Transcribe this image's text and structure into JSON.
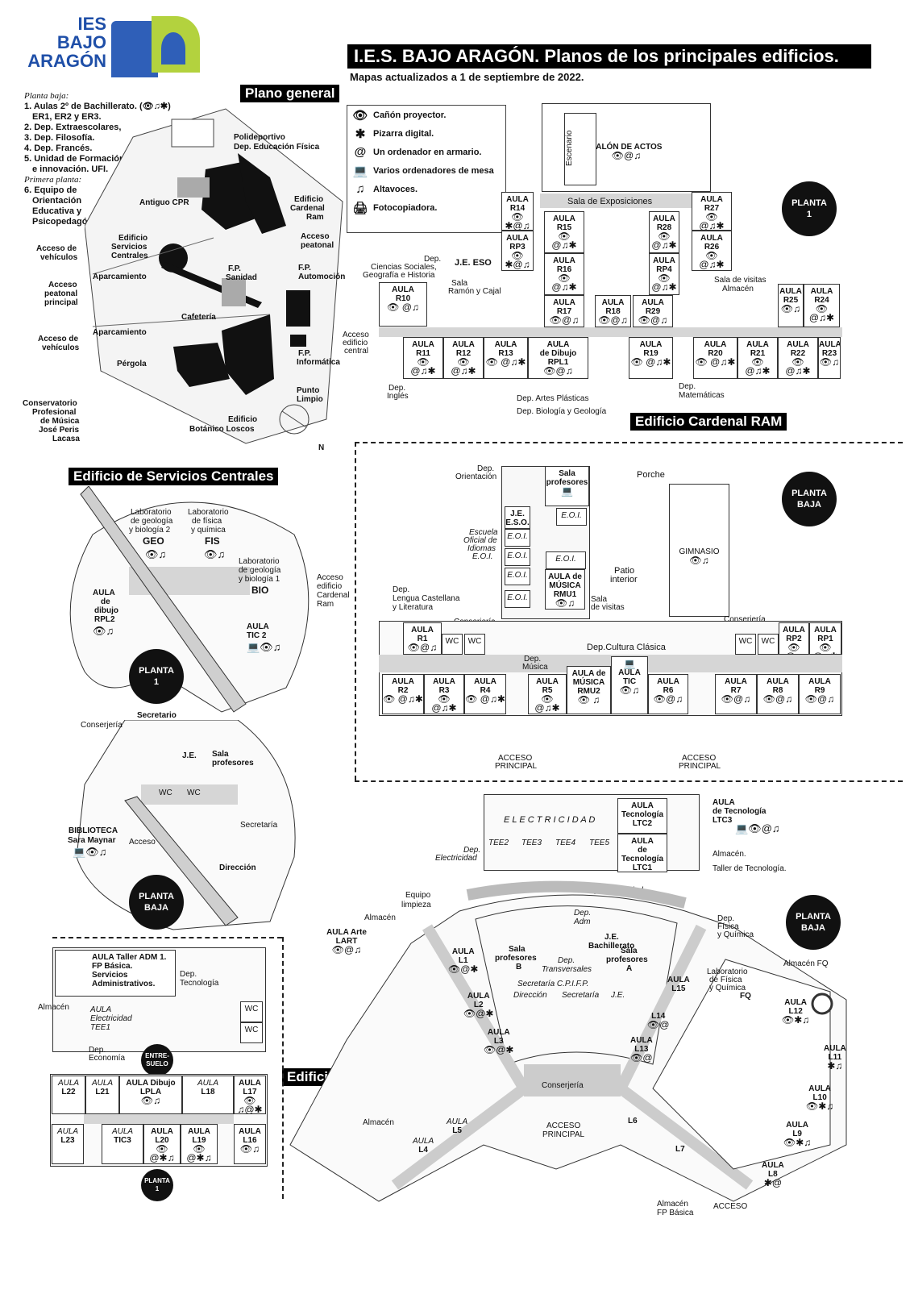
{
  "logo": {
    "line1": "IES",
    "line2": "BAJO",
    "line3": "ARAGÓN"
  },
  "header": {
    "title": "I.E.S. BAJO ARAGÓN. Planos de los principales edificios.",
    "subtitle": "Mapas actualizados a 1 de septiembre de 2022."
  },
  "sections": {
    "general": "Plano general",
    "servicios": "Edificio de Servicios Centrales",
    "cardenal": "Edificio Cardenal RAM",
    "loscos": "Edificio Botánico LOSCOS"
  },
  "notes": {
    "pb_title": "Planta baja:",
    "item1": "1. Aulas 2º de Bachillerato. (👁♫✱)",
    "item1b": "ER1, ER2 y ER3.",
    "item2": "2. Dep. Extraescolares,",
    "item3": "3. Dep. Filosofía.",
    "item4": "4. Dep. Francés.",
    "item5": "5. Unidad de Formación",
    "item5b": "e innovación. UFI.",
    "p1_title": "Primera planta:",
    "item6": "6. Equipo de",
    "item6b": "Orientación",
    "item6c": "Educativa y",
    "item6d": "Psicopedagógica"
  },
  "legend": [
    {
      "icon": "eye-icon",
      "glyph": "👁",
      "label": "Cañón proyector."
    },
    {
      "icon": "asterisk-icon",
      "glyph": "✱",
      "label": "Pizarra digital."
    },
    {
      "icon": "at-icon",
      "glyph": "@",
      "label": "Un ordenador en armario."
    },
    {
      "icon": "laptop-icon",
      "glyph": "💻",
      "label": "Varios ordenadores de mesa"
    },
    {
      "icon": "music-icon",
      "glyph": "♫",
      "label": "Altavoces."
    },
    {
      "icon": "copier-icon",
      "glyph": "🖨",
      "label": "Fotocopiadora."
    }
  ],
  "badges": {
    "planta1": "PLANTA 1",
    "plantaBaja": "PLANTA BAJA",
    "entresuelo": "ENTRE-SUELO",
    "planta": "PLANTA",
    "uno": "1",
    "baja": "BAJA"
  },
  "general_map": {
    "polideportivo": "Polideportivo",
    "dep_ef": "Dep. Educación Física",
    "antiguo_cpr": "Antiguo CPR",
    "edif_cardenal": "Edificio",
    "cardenal": "Cardenal",
    "ram": "Ram",
    "acceso_peatonal": "Acceso",
    "peatonal": "peatonal",
    "edif_servicios": "Edificio",
    "servicios": "Servicios",
    "centrales": "Centrales",
    "acceso_vehiculos": "Acceso de",
    "vehiculos": "vehículos",
    "aparcamiento": "Aparcamiento",
    "fp": "F.P.",
    "sanidad": "Sanidad",
    "automocion": "Automoción",
    "acceso_peatonal_principal": "Acceso",
    "peatonal2": "peatonal",
    "principal": "principal",
    "cafeteria": "Cafetería",
    "aparcamiento2": "Aparcamiento",
    "acceso_vehiculos2": "Acceso de",
    "vehiculos2": "vehículos",
    "pergola": "Pérgola",
    "informatica": "Informática",
    "punto": "Punto",
    "limpio": "Limpio",
    "edif_botanico": "Edificio",
    "botanico": "Botánico Loscos",
    "conservatorio": "Conservatorio",
    "profesional": "Profesional",
    "de_musica": "de Música",
    "jose": "José Peris",
    "lacasa": "Lacasa",
    "north": "N"
  },
  "cardenal": {
    "salon": "SALÓN DE ACTOS",
    "escenario": "Escenario",
    "sala_expo": "Sala de Exposiciones",
    "aulas": [
      "R14",
      "R15",
      "R28",
      "R27",
      "RP3",
      "R16",
      "RP4",
      "R26",
      "R10",
      "R17",
      "R18",
      "R29",
      "R25",
      "R24",
      "R11",
      "R12",
      "R13",
      "RPL1",
      "R19",
      "R20",
      "R21",
      "R22",
      "R23"
    ],
    "aula": "AULA",
    "de_dibujo": "de Dibujo",
    "jeeso": "J.E. ESO",
    "dep_cs": "Dep.",
    "dep_cs2": "Ciencias Sociales,",
    "dep_cs3": "Geografía e Historia",
    "sala_ryc": "Sala",
    "sala_ryc2": "Ramón y Cajal",
    "sala_visitas": "Sala de visitas",
    "almacen": "Almacén",
    "acceso_edificio": "Acceso",
    "acceso_edificio2": "edificio",
    "acceso_edificio3": "central",
    "dep_ingles": "Dep.",
    "dep_ingles2": "Inglés",
    "dep_artes": "Dep. Artes Plásticas",
    "dep_bio": "Dep. Biología y Geología",
    "dep_mat": "Dep.",
    "dep_mat2": "Matemáticas",
    "wc": "WC"
  },
  "planta_baja_cardenal": {
    "dep_orient": "Dep.",
    "dep_orient2": "Orientación",
    "sala_prof": "Sala",
    "sala_prof2": "profesores",
    "porche": "Porche",
    "jeeso": "J.E.",
    "jeeso2": "E.S.O.",
    "eoi": "E.O.I.",
    "escuela": "Escuela",
    "escuela2": "Oficial de",
    "escuela3": "Idiomas",
    "escuela4": "E.O.I.",
    "patio": "Patio",
    "patio2": "interior",
    "gimnasio": "GIMNASIO",
    "aula_musica": "AULA de",
    "aula_musica2": "MÚSICA",
    "rmu1": "RMU1",
    "sala_visitas": "Sala",
    "sala_visitas2": "de visitas",
    "dep_lengua": "Dep.",
    "dep_lengua2": "Lengua Castellana",
    "dep_lengua3": "y Literatura",
    "conserjeria": "Conserjería",
    "conserjeria2": "Conserjería",
    "dep_cultura": "Dep.Cultura Clásica",
    "dep_musica": "Dep.",
    "dep_musica2": "Música",
    "aulas": [
      "R1",
      "RP2",
      "RP1",
      "R2",
      "R3",
      "R4",
      "R5",
      "RMU2",
      "TIC",
      "R6",
      "R7",
      "R8",
      "R9"
    ],
    "acceso": "ACCESO",
    "principal": "PRINCIPAL"
  },
  "servicios": {
    "lab_geo": "Laboratorio",
    "lab_geo2": "de geología",
    "lab_geo3": "y biología 2",
    "geo": "GEO",
    "lab_fis": "Laboratorio",
    "lab_fis2": "de física",
    "lab_fis3": "y química",
    "fis": "FIS",
    "lab_bio": "Laboratorio",
    "lab_bio2": "de geología",
    "lab_bio3": "y biología 1",
    "bio": "BIO",
    "aula_dibujo": "AULA",
    "aula_dibujo2": "de",
    "aula_dibujo3": "dibujo",
    "rpl2": "RPL2",
    "acceso": "Acceso",
    "acceso2": "edificio",
    "acceso3": "Cardenal",
    "acceso4": "Ram",
    "aula_tic": "AULA",
    "tic2": "TIC 2",
    "secretario": "Secretario",
    "conserjeria": "Conserjería",
    "je": "J.E.",
    "sala_prof": "Sala",
    "sala_prof2": "profesores",
    "biblioteca": "BIBLIOTECA",
    "biblioteca2": "Sara Maynar",
    "secretaria": "Secretaría",
    "acceso_pb": "Acceso",
    "direccion": "Dirección",
    "wc": "WC"
  },
  "loscos": {
    "electricidad": "E L E C T R I C I D A D",
    "tee2": "TEE2",
    "tee3": "TEE3",
    "tee4": "TEE4",
    "tee5": "TEE5",
    "aula_ltc2": "AULA",
    "aula_ltc2b": "de",
    "aula_ltc2c": "Tecnología",
    "ltc2": "LTC2",
    "ltc1": "LTC1",
    "aula_ltc3": "AULA",
    "aula_ltc3b": "de Tecnología",
    "ltc3": "LTC3",
    "almacen": "Almacén.",
    "taller": "Taller de Tecnología.",
    "dep_elec": "Dep.",
    "dep_elec2": "Electricidad",
    "dep_elec3": "Dep.Electricidad",
    "equipo": "Equipo",
    "equipo2": "limpieza",
    "almacen2": "Almacén",
    "aula_arte": "AULA Arte",
    "lart": "LART",
    "dep_adm": "Dep.",
    "dep_adm2": "Adm",
    "je_bach": "J.E.",
    "je_bach2": "Bachillerato",
    "sala_b": "Sala",
    "sala_b2": "profesores",
    "sala_b3": "B",
    "sala_a": "Sala",
    "sala_a2": "profesores",
    "sala_a3": "A",
    "dep_trans": "Dep.",
    "dep_trans2": "Transversales",
    "secretaria": "Secretaría C.P.I.F.P.",
    "direccion": "Dirección",
    "secretaria2": "Secretaría",
    "je": "J.E.",
    "dep_fq": "Dep.",
    "dep_fq2": "Física",
    "dep_fq3": "y Química",
    "lab_fq": "Laboratorio",
    "lab_fq2": "de Física",
    "lab_fq3": "y Química",
    "fq": "FQ",
    "almacen_fq": "Almacén FQ",
    "conserjeria": "Conserjería",
    "acceso_principal": "ACCESO",
    "acceso_principal2": "PRINCIPAL",
    "almacen3": "Almacén",
    "almacen_fp": "Almacén",
    "almacen_fp2": "FP Básica",
    "acceso": "ACCESO",
    "aulas": [
      "L1",
      "L2",
      "L3",
      "L15",
      "L14",
      "L13",
      "L12",
      "L11",
      "L10",
      "L9",
      "L8",
      "L7",
      "L6",
      "L4",
      "L5"
    ],
    "aula": "AULA",
    "wc": "WC"
  },
  "entresuelo": {
    "aula_taller": "AULA Taller ADM 1.",
    "fp": "FP Básica.",
    "servicios": "Servicios",
    "admin": "Administrativos.",
    "dep_tec": "Dep.",
    "dep_tec2": "Tecnología",
    "almacen": "Almacén",
    "aula_elec": "AULA",
    "aula_elec2": "Electricidad",
    "tee1": "TEE1",
    "dep_eco": "Dep.",
    "dep_eco2": "Economía",
    "wc": "WC"
  },
  "planta1_loscos": {
    "aula": "AULA",
    "l22": "L22",
    "l21": "L21",
    "dibujo": "AULA Dibujo",
    "lpla": "LPLA",
    "l18": "L18",
    "l17": "L17",
    "l23": "L23",
    "tic3": "TIC3",
    "l20": "L20",
    "l19": "L19",
    "l16": "L16"
  },
  "colors": {
    "logo_blue": "#2f5fb8",
    "logo_green": "#b3d23e",
    "black": "#000000",
    "corridor": "#d6d6d6"
  }
}
